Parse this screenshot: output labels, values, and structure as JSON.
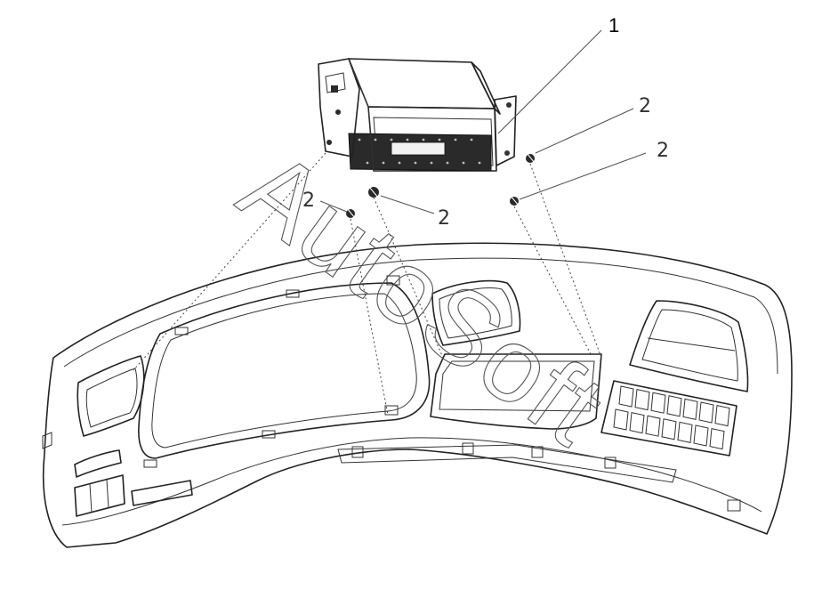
{
  "diagram": {
    "callouts": {
      "part_1": "1",
      "part_2_a": "2",
      "part_2_b": "2",
      "part_2_c": "2",
      "part_2_d": "2"
    },
    "watermark": "AutoSoft"
  },
  "colors": {
    "line": "#222222",
    "background": "#ffffff",
    "dark_part": "#2a2a2a"
  }
}
